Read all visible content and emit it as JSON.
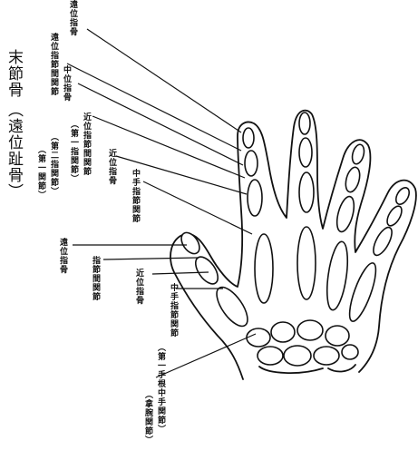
{
  "labels": {
    "top_distal": "遠位指骨",
    "dip_joint": "遠位指節間関節",
    "dip_alt": "（第二指関節）",
    "dip_alt2": "（第一関節）",
    "middle_phalanx": "中位指骨",
    "pip_joint": "近位指節間関節",
    "pip_alt": "（第一指関節）",
    "proximal_phalanx": "近位指骨",
    "mcp_joint": "中手指節関節",
    "big_title": "末節骨",
    "big_title_alt": "（遠位趾骨）",
    "thumb_distal": "遠位指骨",
    "thumb_ip": "指節間関節",
    "thumb_proximal": "近位指骨",
    "thumb_mcp": "中手指節関節",
    "thumb_cmc": "（第一手根中手関節）",
    "thumb_cmc_alt": "（拿腕関節）"
  }
}
